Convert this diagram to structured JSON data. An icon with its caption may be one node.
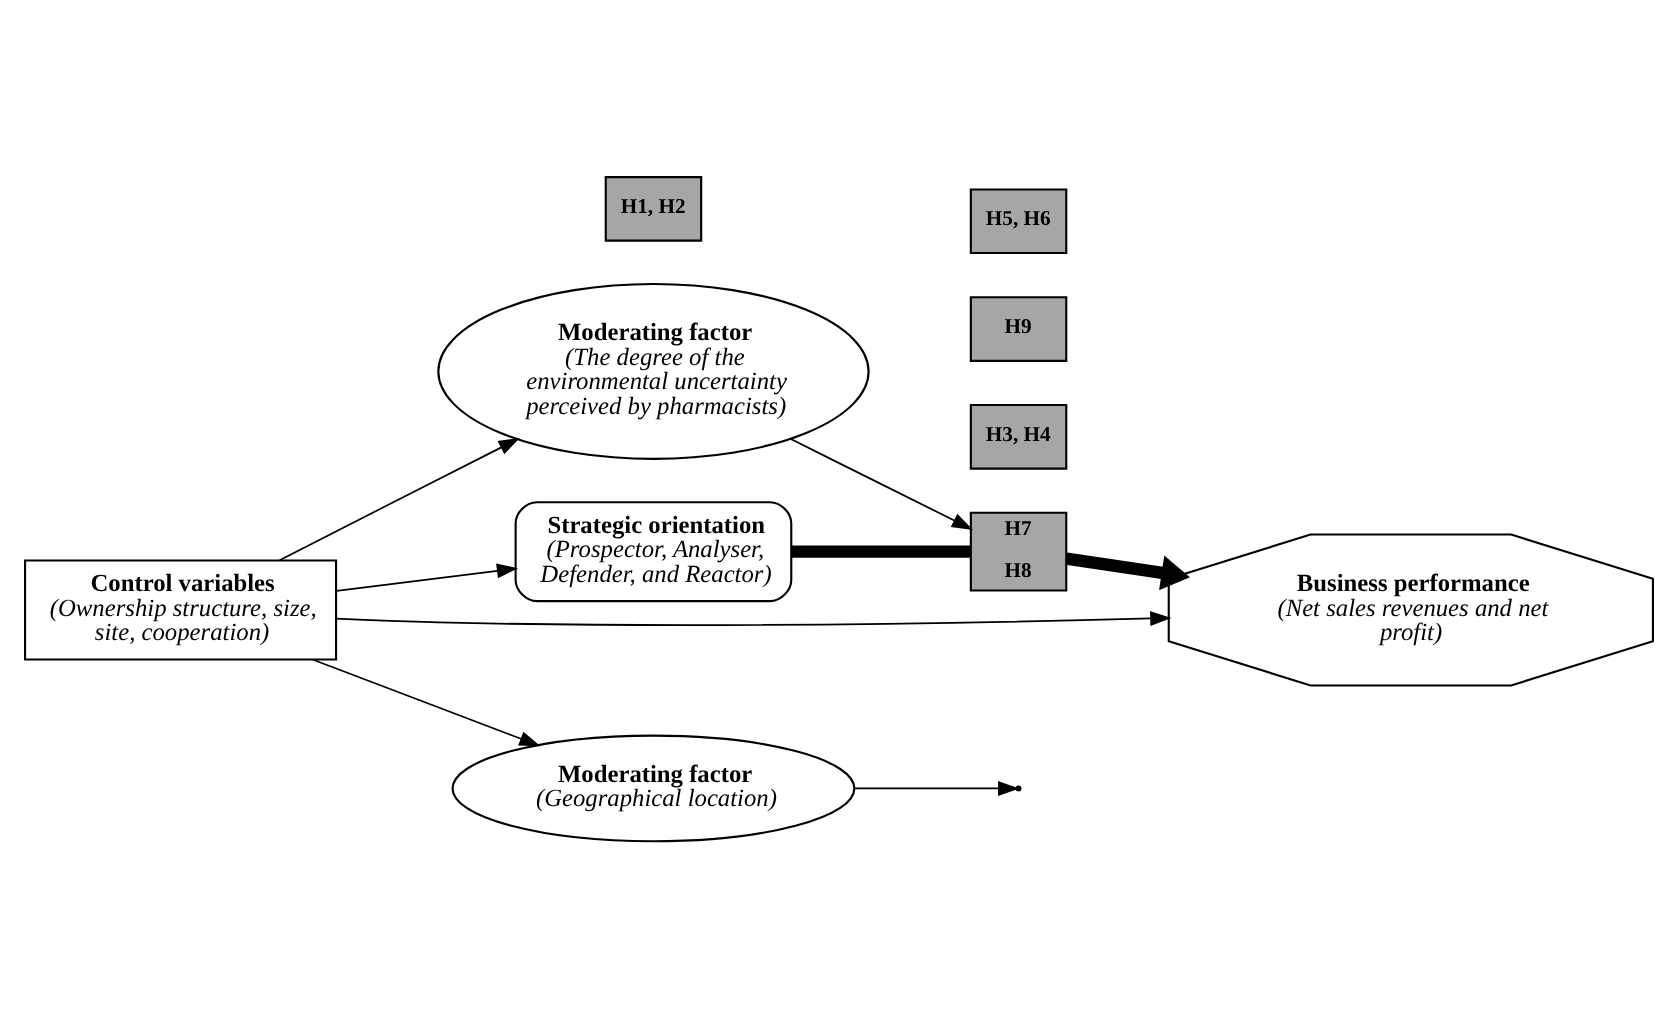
{
  "diagram": {
    "nodes": [
      {
        "text": [
          "Moderating factor",
          "(The degree of the environmental uncertainty perceived by pharmacists)"
        ]
      },
      {
        "text": [
          "Strategic orientation",
          "(Prospector, Analyser, Defender, and Reactor)"
        ]
      },
      {
        "text": [
          "Business performance",
          "(Net sales revenues and net profit)"
        ]
      },
      {
        "text": [
          "Control variables",
          "(Ownership structure, size, site, cooperation)"
        ]
      },
      {
        "text": [
          "Moderating factor",
          "(Geographical location)"
        ]
      },
      {
        "text": [
          "H1, H2"
        ]
      },
      {
        "text": [
          "H3, H4"
        ]
      },
      {
        "text": [
          "H7",
          "H8"
        ]
      },
      {
        "text": [
          "H9"
        ]
      },
      {
        "text": [
          "H5, H6"
        ]
      }
    ],
    "edges": [
      {
        "from": 1,
        "to": 7,
        "arrow": "none",
        "style": "thick"
      },
      {
        "from": 7,
        "to": 2,
        "arrow": "to",
        "style": "thick"
      },
      {
        "from": 0,
        "to": 7,
        "arrow": "to"
      },
      {
        "from": 4,
        "to": null,
        "arrow": "to"
      },
      {
        "from": 3,
        "to": 1,
        "arrow": "to"
      },
      {
        "from": 3,
        "to": 0,
        "arrow": "to"
      },
      {
        "from": 3,
        "to": 2,
        "arrow": "to"
      },
      {
        "from": 3,
        "to": 4,
        "arrow": "to"
      }
    ]
  }
}
